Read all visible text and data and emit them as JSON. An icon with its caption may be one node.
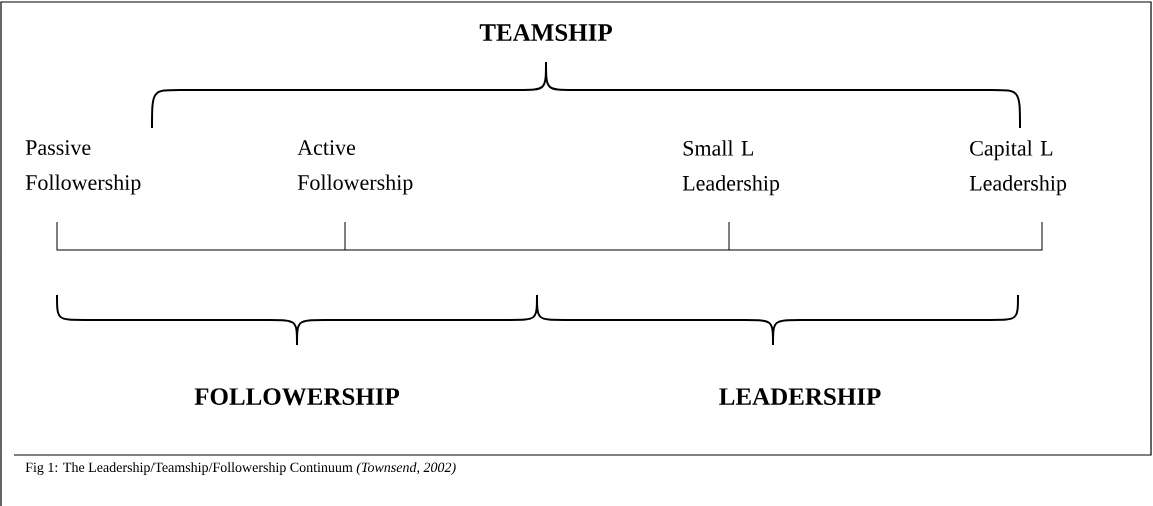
{
  "diagram": {
    "caption": "Fig 1: The Leadership/Teamship/Followership Continuum *(Townsend, 2002)*",
    "labels": [
      "TEAMSHIP",
      "Passive Followership",
      "Active Followership",
      "Small L Leadership",
      "Capital L Leadership",
      "FOLLOWERSHIP",
      "LEADERSHIP"
    ]
  }
}
